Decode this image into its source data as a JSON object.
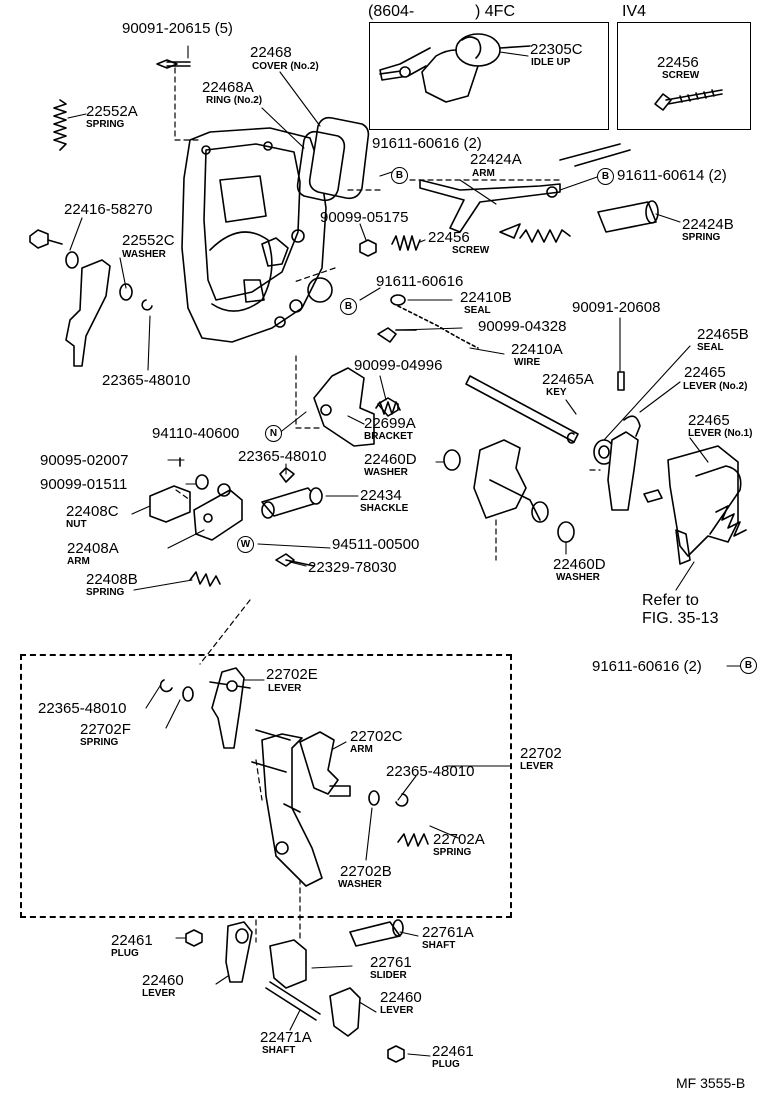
{
  "headers": {
    "box1_title_left": "(8604-",
    "box1_title_right": ") 4FC",
    "box2_title": "IV4"
  },
  "callouts": [
    {
      "id": "c1",
      "part": "90091-20615 (5)"
    },
    {
      "id": "c2",
      "part": "22468",
      "name": "COVER (No.2)"
    },
    {
      "id": "c3",
      "part": "22468A",
      "name": "RING (No.2)"
    },
    {
      "id": "c4",
      "part": "22552A",
      "name": "SPRING"
    },
    {
      "id": "c5",
      "part": "22305C",
      "name": "IDLE UP"
    },
    {
      "id": "c6",
      "part": "22456",
      "name": "SCREW"
    },
    {
      "id": "c7",
      "part": "91611-60616 (2)"
    },
    {
      "id": "c8",
      "part": "22424A",
      "name": "ARM"
    },
    {
      "id": "c9",
      "part": "91611-60614 (2)"
    },
    {
      "id": "c10",
      "part": "22416-58270"
    },
    {
      "id": "c11",
      "part": "90099-05175"
    },
    {
      "id": "c12",
      "part": "22456",
      "name": "SCREW"
    },
    {
      "id": "c13",
      "part": "22424B",
      "name": "SPRING"
    },
    {
      "id": "c14",
      "part": "22552C",
      "name": "WASHER"
    },
    {
      "id": "c15",
      "part": "91611-60616"
    },
    {
      "id": "c16",
      "part": "22410B",
      "name": "SEAL"
    },
    {
      "id": "c17",
      "part": "90091-20608"
    },
    {
      "id": "c18",
      "part": "90099-04328"
    },
    {
      "id": "c19",
      "part": "22465B",
      "name": "SEAL"
    },
    {
      "id": "c20",
      "part": "22410A",
      "name": "WIRE"
    },
    {
      "id": "c21",
      "part": "22365-48010"
    },
    {
      "id": "c22",
      "part": "90099-04996"
    },
    {
      "id": "c23",
      "part": "22465A",
      "name": "KEY"
    },
    {
      "id": "c24",
      "part": "22465",
      "name": "LEVER (No.2)"
    },
    {
      "id": "c25",
      "part": "22699A",
      "name": "BRACKET"
    },
    {
      "id": "c26",
      "part": "94110-40600"
    },
    {
      "id": "c27",
      "part": "22465",
      "name": "LEVER (No.1)"
    },
    {
      "id": "c28",
      "part": "90095-02007"
    },
    {
      "id": "c29",
      "part": "22365-48010"
    },
    {
      "id": "c30",
      "part": "22460D",
      "name": "WASHER"
    },
    {
      "id": "c31",
      "part": "90099-01511"
    },
    {
      "id": "c32",
      "part": "22434",
      "name": "SHACKLE"
    },
    {
      "id": "c33",
      "part": "22408C",
      "name": "NUT"
    },
    {
      "id": "c34",
      "part": "22408A",
      "name": "ARM"
    },
    {
      "id": "c35",
      "part": "94511-00500"
    },
    {
      "id": "c36",
      "part": "22460D",
      "name": "WASHER"
    },
    {
      "id": "c37",
      "part": "22329-78030"
    },
    {
      "id": "c38",
      "part": "22408B",
      "name": "SPRING"
    },
    {
      "id": "c39",
      "part": "91611-60616 (2)"
    },
    {
      "id": "c40",
      "part": "22702E",
      "name": "LEVER"
    },
    {
      "id": "c41",
      "part": "22365-48010"
    },
    {
      "id": "c42",
      "part": "22702F",
      "name": "SPRING"
    },
    {
      "id": "c43",
      "part": "22702C",
      "name": "ARM"
    },
    {
      "id": "c44",
      "part": "22702",
      "name": "LEVER"
    },
    {
      "id": "c45",
      "part": "22365-48010"
    },
    {
      "id": "c46",
      "part": "22702A",
      "name": "SPRING"
    },
    {
      "id": "c47",
      "part": "22702B",
      "name": "WASHER"
    },
    {
      "id": "c48",
      "part": "22761A",
      "name": "SHAFT"
    },
    {
      "id": "c49",
      "part": "22461",
      "name": "PLUG"
    },
    {
      "id": "c50",
      "part": "22761",
      "name": "SLIDER"
    },
    {
      "id": "c51",
      "part": "22460",
      "name": "LEVER"
    },
    {
      "id": "c52",
      "part": "22460",
      "name": "LEVER"
    },
    {
      "id": "c53",
      "part": "22471A",
      "name": "SHAFT"
    },
    {
      "id": "c54",
      "part": "22461",
      "name": "PLUG"
    }
  ],
  "connectors": {
    "b_letter": "B",
    "n_letter": "N",
    "w_letter": "W"
  },
  "reference": {
    "line1": "Refer to",
    "line2": "FIG. 35-13"
  },
  "footer_code": "MF 3555-B"
}
